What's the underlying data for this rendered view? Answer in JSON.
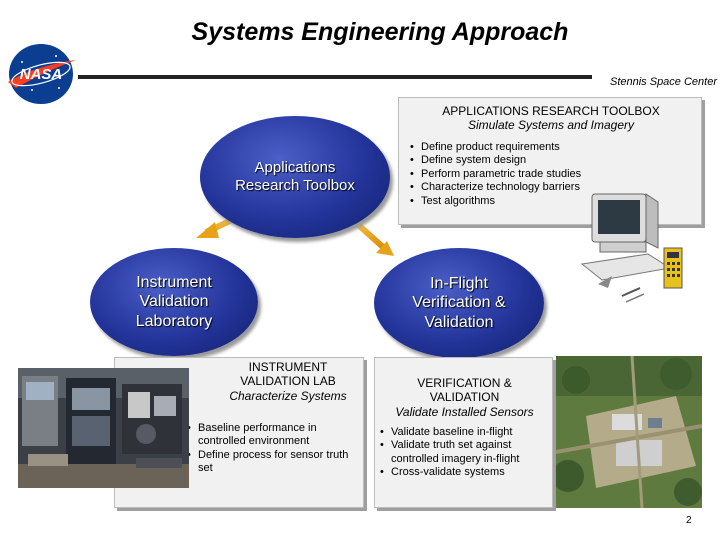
{
  "slide": {
    "title": "Systems Engineering Approach",
    "center_label": "Stennis Space Center",
    "page_number": "2",
    "logo_text": "NASA"
  },
  "ellipses": {
    "art": "Applications\nResearch Toolbox",
    "ivl": "Instrument\nValidation\nLaboratory",
    "ifv": "In-Flight\nVerification &\nValidation"
  },
  "toolbox_box": {
    "heading": "APPLICATIONS RESEARCH TOOLBOX",
    "subheading": "Simulate Systems and Imagery",
    "bullets": [
      "Define product requirements",
      "Define system design",
      "Perform parametric trade studies",
      "Characterize technology barriers",
      "Test algorithms"
    ]
  },
  "lab_box": {
    "heading": "INSTRUMENT\nVALIDATION LAB",
    "subheading": "Characterize Systems",
    "bullets": [
      "Baseline performance in controlled environment",
      "Define process for sensor truth set"
    ]
  },
  "vv_box": {
    "heading": "VERIFICATION &\nVALIDATION",
    "subheading": "Validate Installed Sensors",
    "bullets": [
      "Validate baseline in-flight",
      "Validate truth set against controlled imagery in-flight",
      "Cross-validate systems"
    ]
  },
  "colors": {
    "ellipse": "#23349a",
    "arrow": "#e8a21a",
    "box": "#f1f1f1"
  }
}
